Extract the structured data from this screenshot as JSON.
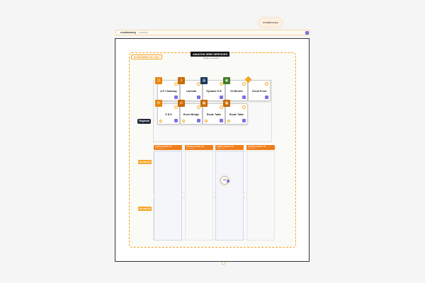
{
  "user": {
    "label": "ecodiamorvpc"
  },
  "toolbar": {
    "title": "ecodiamortrg",
    "subtitle": "ecodiam"
  },
  "diagram": {
    "vpc_label": "ecodiamorva-vpc",
    "aws_title": "AMAZON WEB SERVICES",
    "aws_subtitle": "Region us-east-1",
    "region_label": "Regional",
    "services": [
      {
        "label": "A P I Gateway",
        "icon": "api-gateway-icon",
        "glyph": "◫"
      },
      {
        "label": "Lambda",
        "icon": "lambda-icon",
        "glyph": "λ"
      },
      {
        "label": "Dynamo D B",
        "icon": "dynamodb-icon",
        "glyph": "▤"
      },
      {
        "label": "S3 Bucket",
        "icon": "s3-bucket-icon",
        "glyph": "◉"
      },
      {
        "label": "Cloud Front",
        "icon": "cloudfront-icon",
        "glyph": "◆"
      },
      {
        "label": "S N S",
        "icon": "sns-icon",
        "glyph": "✉"
      },
      {
        "label": "Event Bridge",
        "icon": "eventbridge-icon",
        "glyph": "⇄"
      },
      {
        "label": "Route Table",
        "icon": "route-table-icon",
        "glyph": "▦"
      },
      {
        "label": "Route Table",
        "icon": "route-table-icon",
        "glyph": "▦"
      }
    ],
    "subnets": [
      {
        "name": "public-subnet-1a",
        "sub": "10.0.1.0/24"
      },
      {
        "name": "private-subnet-1a",
        "sub": "10.0.2.0/24"
      },
      {
        "name": "public-subnet-1b",
        "sub": "10.0.3.0/24"
      },
      {
        "name": "private-subnet-1b",
        "sub": "10.0.4.0/24"
      }
    ],
    "az_rows": [
      {
        "label": "us-east-1a"
      },
      {
        "label": "us-east-1b"
      }
    ],
    "router_glyph": "⇌"
  },
  "colors": {
    "accent": "#f5a623",
    "subnet": "#f07e1b",
    "action": "#7b6fe6"
  }
}
